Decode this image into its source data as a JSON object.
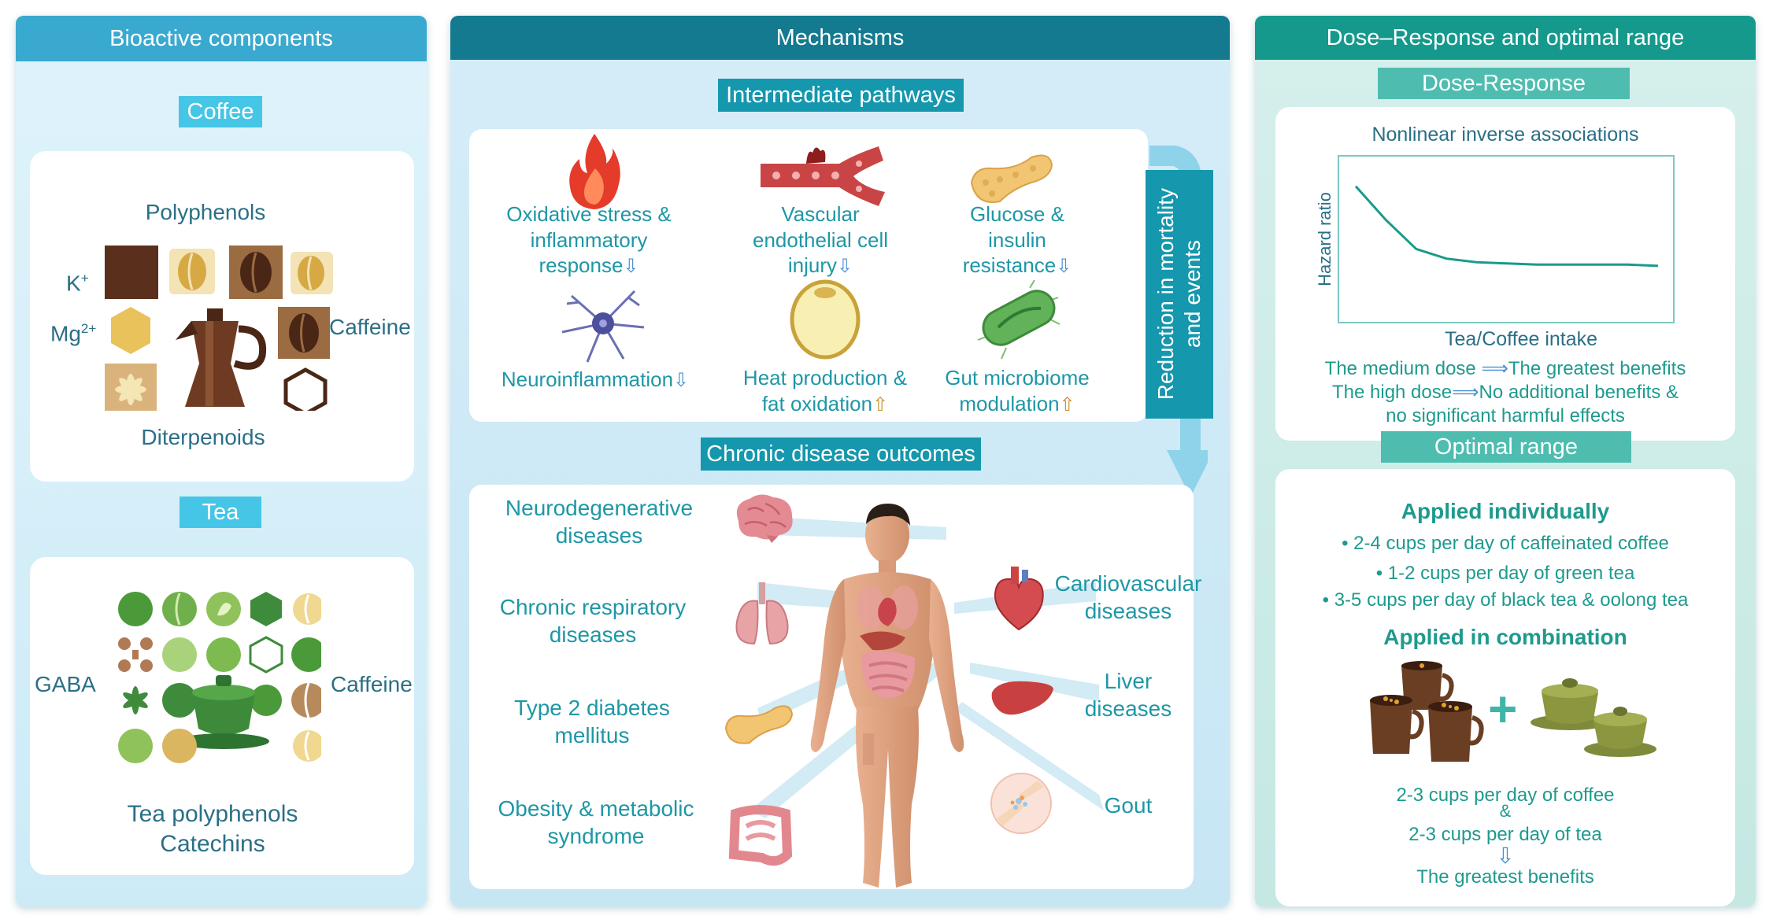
{
  "colors": {
    "bio_header": "#3aa9cf",
    "mech_header": "#137a90",
    "dose_header": "#15998d",
    "tag_cyan": "#45c6e6",
    "tag_teal": "#1597ad",
    "tag_green": "#4ebdb0",
    "curve": "#1a9a8a",
    "down_arrow": "#4a8fd0",
    "up_arrow": "#c8932c"
  },
  "bio": {
    "header": "Bioactive components",
    "coffee": {
      "tag": "Coffee",
      "top": "Polyphenols",
      "bottom": "Diterpenoids",
      "k_base": "K",
      "k_sup": "+",
      "mg_base": "Mg",
      "mg_sup": "2+",
      "right": "Caffeine"
    },
    "tea": {
      "tag": "Tea",
      "left": "GABA",
      "right": "Caffeine",
      "bottom1": "Tea polyphenols",
      "bottom2": "Catechins"
    }
  },
  "mech": {
    "header": "Mechanisms",
    "inter_tag": "Intermediate pathways",
    "pathways": [
      {
        "l1": "Oxidative stress &",
        "l2": "inflammatory",
        "l3": "response",
        "dir": "⇩"
      },
      {
        "l1": "Vascular",
        "l2": "endothelial cell",
        "l3": "injury",
        "dir": "⇩"
      },
      {
        "l1": "Glucose &",
        "l2": "insulin",
        "l3": "resistance",
        "dir": "⇩"
      },
      {
        "l1": "Neuroinflammation",
        "dir": "⇩"
      },
      {
        "l1": "Heat production &",
        "l2": "fat oxidation",
        "dir": "⇧"
      },
      {
        "l1": "Gut microbiome",
        "l2": "modulation",
        "dir": "⇧"
      }
    ],
    "reduction_l1": "Reduction in mortality",
    "reduction_l2": "and events",
    "outcome_tag": "Chronic disease outcomes",
    "outcomes": [
      {
        "l1": "Neurodegenerative",
        "l2": "diseases"
      },
      {
        "l1": "Chronic respiratory",
        "l2": "diseases"
      },
      {
        "l1": "Type 2 diabetes",
        "l2": "mellitus"
      },
      {
        "l1": "Obesity &  metabolic",
        "l2": "syndrome"
      },
      {
        "l1": "Cardiovascular",
        "l2": "diseases"
      },
      {
        "l1": "Liver",
        "l2": "diseases"
      },
      {
        "l1": "Gout"
      }
    ]
  },
  "dose": {
    "header": "Dose–Response and optimal range",
    "dr_tag": "Dose-Response",
    "chart_title": "Nonlinear inverse associations",
    "medium_pre": "The medium dose ",
    "medium_arrow": "⟹",
    "medium_post": "The greatest benefits",
    "high_pre": "The high dose",
    "high_arrow": "⟹",
    "high_post": "No additional benefits &",
    "high_l2": "no significant harmful effects",
    "opt_tag": "Optimal range",
    "indiv_title": "Applied individually",
    "bullets": [
      "• 2-4 cups per day of caffeinated coffee",
      "• 1-2 cups per day of green tea",
      "• 3-5 cups per day of black tea & oolong tea"
    ],
    "combo_title": "Applied in combination",
    "plus": "+",
    "combo_l1": "2-3 cups per day of coffee",
    "combo_amp": "&",
    "combo_l2": "2-3 cups per day of tea",
    "combo_down": "⇩",
    "combo_result": "The greatest benefits"
  },
  "chart_data": {
    "type": "line",
    "title": "Nonlinear inverse associations",
    "xlabel": "Tea/Coffee intake",
    "ylabel": "Hazard ratio",
    "grid": false,
    "series": [
      {
        "x": [
          0,
          1,
          2,
          3,
          4,
          5,
          6,
          7,
          8,
          9,
          10
        ],
        "y": [
          1.0,
          0.86,
          0.74,
          0.7,
          0.685,
          0.68,
          0.675,
          0.675,
          0.675,
          0.675,
          0.67
        ]
      }
    ],
    "xlim": [
      0,
      10
    ],
    "ylim": [
      0.5,
      1.1
    ]
  }
}
